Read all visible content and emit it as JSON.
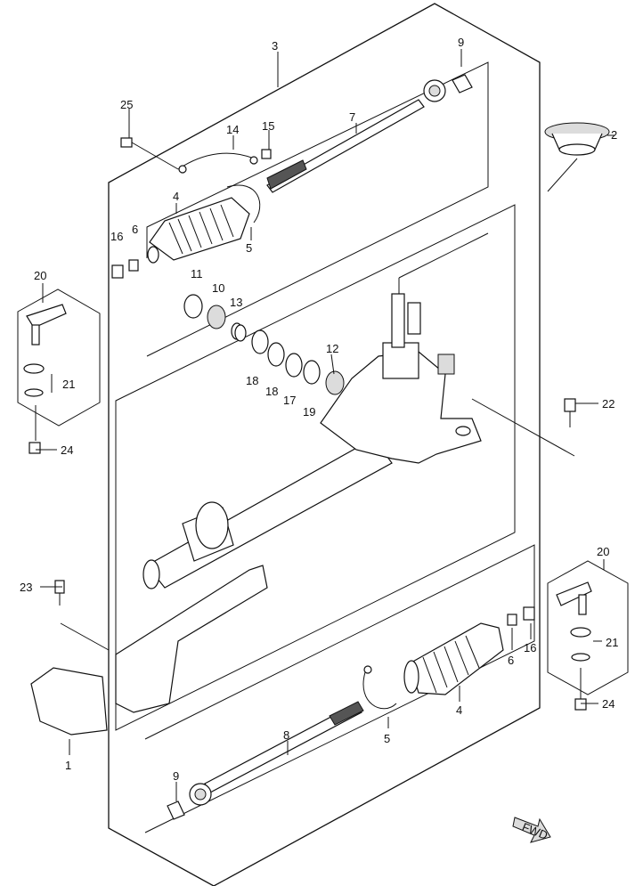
{
  "diagram": {
    "labels": {
      "p1": "1",
      "p2": "2",
      "p3": "3",
      "p4a": "4",
      "p4b": "4",
      "p5a": "5",
      "p5b": "5",
      "p6a": "6",
      "p6b": "6",
      "p7": "7",
      "p8": "8",
      "p9a": "9",
      "p9b": "9",
      "p10": "10",
      "p11": "11",
      "p12": "12",
      "p13": "13",
      "p14": "14",
      "p15": "15",
      "p16a": "16",
      "p16b": "16",
      "p17": "17",
      "p18a": "18",
      "p18b": "18",
      "p19": "19",
      "p20a": "20",
      "p20b": "20",
      "p21a": "21",
      "p21b": "21",
      "p22": "22",
      "p23": "23",
      "p24a": "24",
      "p24b": "24",
      "p25": "25"
    },
    "fwd_label": "FWD"
  }
}
